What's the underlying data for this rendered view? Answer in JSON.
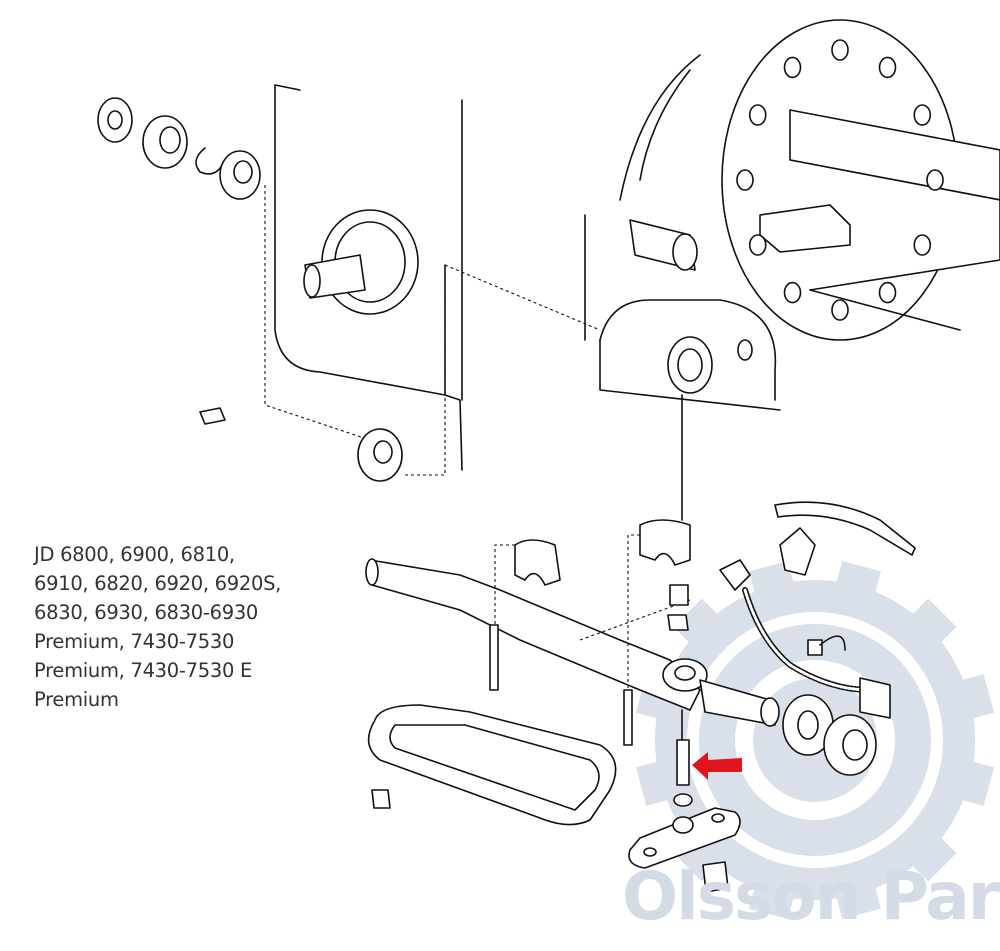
{
  "diagram": {
    "title_lines": [
      "JD 6800, 6900, 6810,",
      "6910, 6820, 6920, 6920S,",
      "6830, 6930, 6830-6930",
      "Premium, 7430-7530",
      "Premium, 7430-7530 E",
      "Premium"
    ],
    "highlight_color": "#e0141b",
    "highlighted_part": "pin",
    "watermark": {
      "brand": "Olsson Parts",
      "color": "#d2dbe6"
    }
  }
}
